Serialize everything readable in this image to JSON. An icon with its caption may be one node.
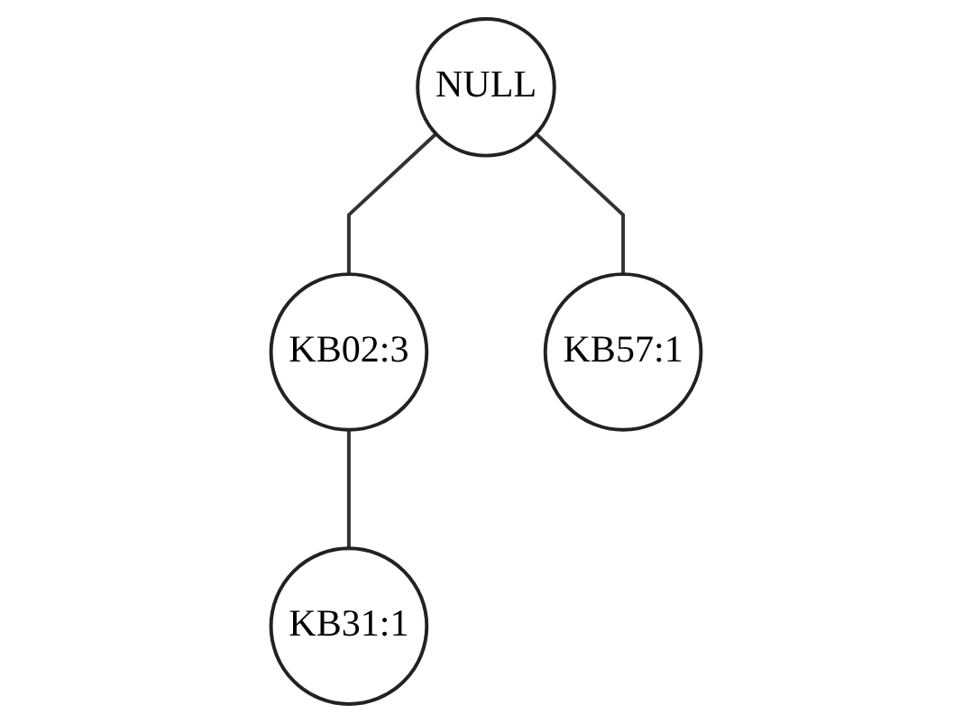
{
  "diagram": {
    "nodes": [
      {
        "text": [
          "NULL"
        ]
      },
      {
        "text": [
          "KB02:3"
        ]
      },
      {
        "text": [
          "KB57:1"
        ]
      },
      {
        "text": [
          "KB31:1"
        ]
      }
    ],
    "edges": [
      {
        "from": 0,
        "to": 1,
        "arrow": "none"
      },
      {
        "from": 0,
        "to": 2,
        "arrow": "none"
      },
      {
        "from": 1,
        "to": 3,
        "arrow": "none"
      }
    ]
  }
}
